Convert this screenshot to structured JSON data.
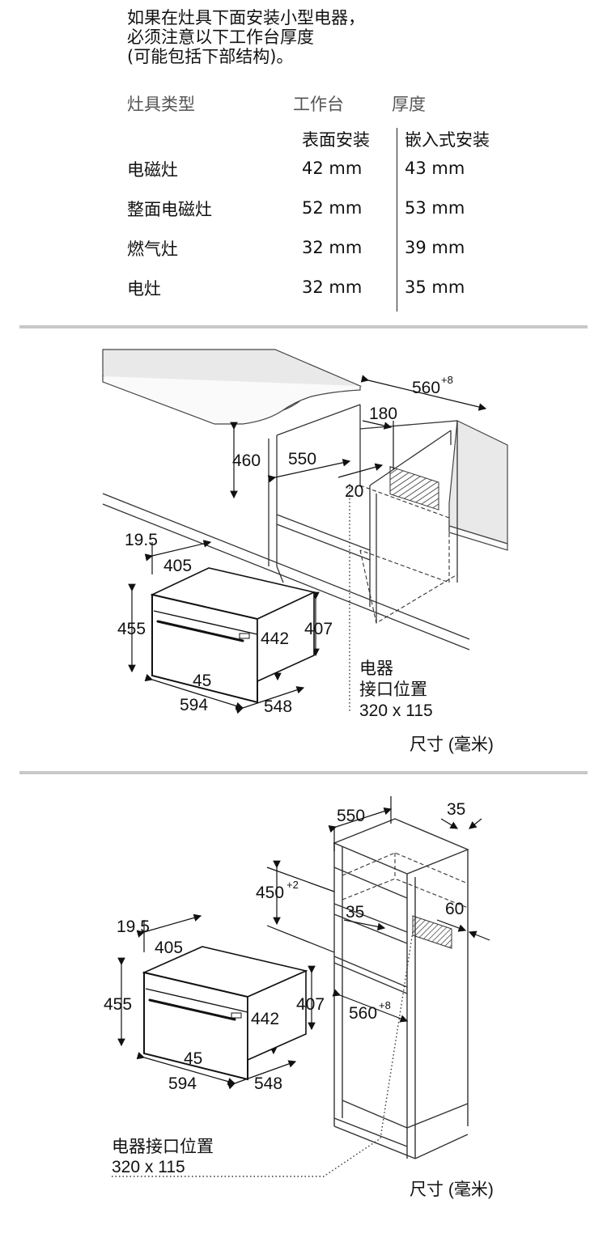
{
  "intro": {
    "line1": "如果在灶具下面安装小型电器，",
    "line2": "必须注意以下工作台厚度",
    "line3": "(可能包括下部结构)。"
  },
  "table": {
    "col_type": "灶具类型",
    "col_worktop": "工作台",
    "col_thickness": "厚度",
    "sub_surface": "表面安装",
    "sub_flush": "嵌入式安装",
    "rows": [
      {
        "type": "电磁灶",
        "surface": "42 mm",
        "flush": "43 mm"
      },
      {
        "type": "整面电磁灶",
        "surface": "52 mm",
        "flush": "53 mm"
      },
      {
        "type": "燃气灶",
        "surface": "32 mm",
        "flush": "39 mm"
      },
      {
        "type": "电灶",
        "surface": "32 mm",
        "flush": "35 mm"
      }
    ]
  },
  "diagram1": {
    "dim_width": "560",
    "dim_width_tol": "+8",
    "dim_180": "180",
    "dim_460": "460",
    "dim_550": "550",
    "dim_20": "20",
    "dim_19_5": "19.5",
    "dim_405": "405",
    "dim_455": "455",
    "dim_442": "442",
    "dim_407": "407",
    "dim_45": "45",
    "dim_594": "594",
    "dim_548": "548",
    "conn_line1": "电器",
    "conn_line2": "接口位置",
    "conn_line3": "320 x 115",
    "units": "尺寸 (毫米)"
  },
  "diagram2": {
    "dim_550": "550",
    "dim_35_top": "35",
    "dim_450": "450",
    "dim_450_tol": "+2",
    "dim_35_mid": "35",
    "dim_60": "60",
    "dim_19_5": "19.5",
    "dim_405": "405",
    "dim_455": "455",
    "dim_442": "442",
    "dim_407": "407",
    "dim_560": "560",
    "dim_560_tol": "+8",
    "dim_45": "45",
    "dim_594": "594",
    "dim_548": "548",
    "conn_label": "电器接口位置",
    "conn_size": "320 x 115",
    "units": "尺寸 (毫米)"
  }
}
